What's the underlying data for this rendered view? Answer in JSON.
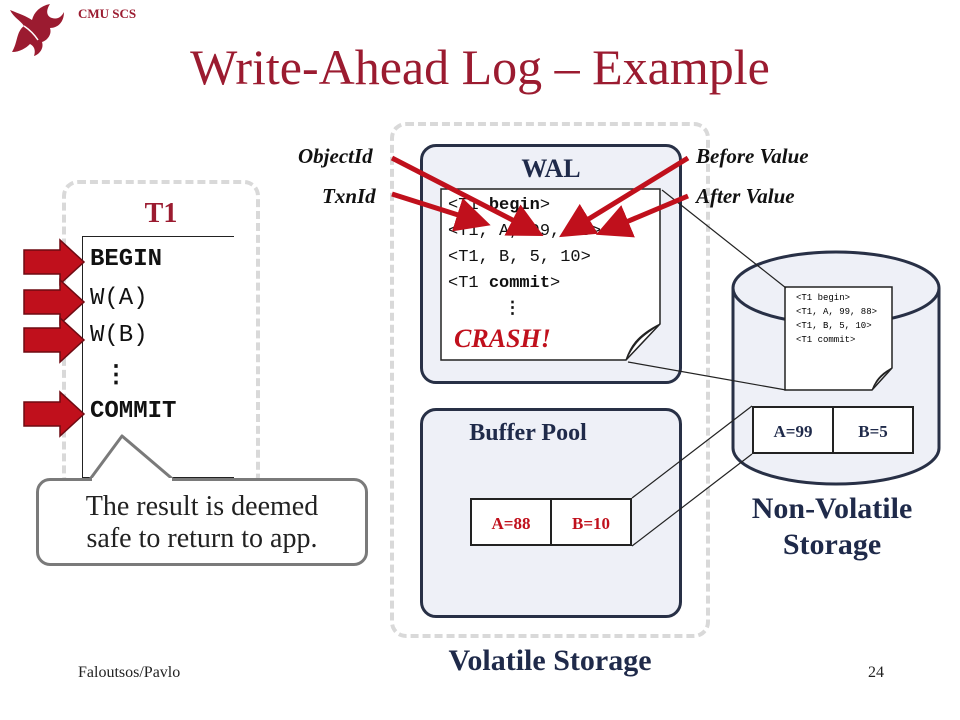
{
  "header": {
    "tag": "CMU SCS",
    "title": "Write-Ahead Log – Example"
  },
  "txn": {
    "name": "T1",
    "steps": [
      "BEGIN",
      "W(A)",
      "W(B)",
      "⋮",
      "COMMIT"
    ]
  },
  "wal": {
    "title": "WAL",
    "entries": [
      {
        "prefix": "<T1 ",
        "keyword": "begin",
        "suffix": ">"
      },
      {
        "prefix": "<T1, A, 99, 88>",
        "keyword": "",
        "suffix": ""
      },
      {
        "prefix": "<T1, B, 5, 10>",
        "keyword": "",
        "suffix": ""
      },
      {
        "prefix": "<T1 ",
        "keyword": "commit",
        "suffix": ">"
      }
    ],
    "ellipsis": "⋮",
    "crash": "CRASH!"
  },
  "annotations": {
    "object_id": "ObjectId",
    "txn_id": "TxnId",
    "before_value": "Before Value",
    "after_value": "After Value"
  },
  "buffer_pool": {
    "title": "Buffer Pool",
    "cells": [
      "A=88",
      "B=10"
    ]
  },
  "disk": {
    "label_line1": "Non-Volatile",
    "label_line2": "Storage",
    "cells": [
      "A=99",
      "B=5"
    ],
    "page_lines": [
      "<T1 begin>",
      "<T1, A, 99, 88>",
      "<T1, B, 5, 10>",
      "<T1 commit>"
    ]
  },
  "volatile_label": "Volatile Storage",
  "callout": {
    "line1": "The result is deemed",
    "line2": "safe to return to app."
  },
  "footer": {
    "author": "Faloutsos/Pavlo",
    "page": "24"
  },
  "colors": {
    "accent": "#9b1b30",
    "arrow": "#c0101c",
    "panel": "#eef0f7",
    "border": "#283046"
  }
}
